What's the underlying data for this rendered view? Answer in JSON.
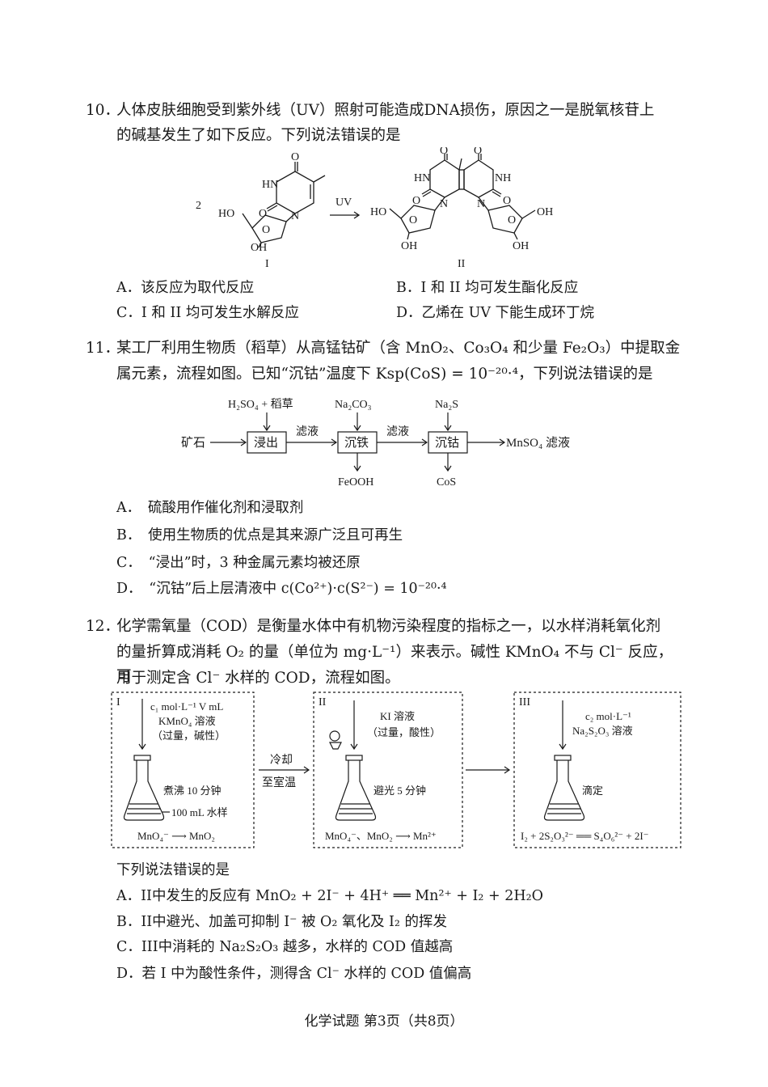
{
  "q10": {
    "num": "10．",
    "line1": "人体皮肤细胞受到紫外线（UV）照射可能造成DNA损伤，原因之一是脱氧核苷上",
    "line2": "的碱基发生了如下反应。下列说法错误的是",
    "scheme": {
      "coef": "2",
      "arrow_label": "UV",
      "label_I": "I",
      "label_II": "II",
      "atoms": {
        "O": "O",
        "HN": "HN",
        "NH": "NH",
        "N": "N",
        "HO": "HO",
        "OH": "OH"
      }
    },
    "options": {
      "A": "A．该反应为取代反应",
      "B": "B．I 和 II 均可发生酯化反应",
      "C": "C．I 和 II 均可发生水解反应",
      "D": "D．乙烯在 UV 下能生成环丁烷"
    }
  },
  "q11": {
    "num": "11．",
    "line1": "某工厂利用生物质（稻草）从高锰钴矿（含 MnO₂、Co₃O₄ 和少量 Fe₂O₃）中提取金",
    "line2": "属元素，流程如图。已知“沉钴”温度下 Ksp(CoS) = 10⁻²⁰·⁴，下列说法错误的是",
    "flow": {
      "start": "矿石",
      "box1": "浸出",
      "box2": "沉铁",
      "box3": "沉钴",
      "in1": "H₂SO₄ + 稻草",
      "in2": "Na₂CO₃",
      "in3": "Na₂S",
      "mid1": "滤液",
      "mid2": "滤液",
      "out1": "FeOOH",
      "out2": "CoS",
      "end": "MnSO₄ 滤液"
    },
    "options": {
      "A": "A．　硫酸用作催化剂和浸取剂",
      "B": "B．　使用生物质的优点是其来源广泛且可再生",
      "C": "C．　“浸出”时，3 种金属元素均被还原",
      "D": "D．　“沉钴”后上层清液中 c(Co²⁺)·c(S²⁻) = 10⁻²⁰·⁴"
    }
  },
  "q12": {
    "num": "12．",
    "line1": "化学需氧量（COD）是衡量水体中有机物污染程度的指标之一，以水样消耗氧化剂",
    "line2": "的量折算成消耗 O₂ 的量（单位为 mg·L⁻¹）来表示。碱性 KMnO₄ 不与 Cl⁻ 反应，可",
    "line3": "用于测定含 Cl⁻ 水样的 COD，流程如图。",
    "diagram": {
      "p1": {
        "tag": "I",
        "r1": "c₁ mol·L⁻¹ V mL",
        "r2": "KMnO₄ 溶液",
        "r3": "（过量，碱性）",
        "boil": "煮沸 10 分钟",
        "sample": "100 mL 水样",
        "rxn": "MnO₄⁻ ⟶ MnO₂"
      },
      "arrow1_top": "冷却",
      "arrow1_bottom": "至室温",
      "p2": {
        "tag": "II",
        "r1": "KI 溶液",
        "r2": "（过量，酸性）",
        "dark": "避光 5 分钟",
        "rxn": "MnO₄⁻、MnO₂ ⟶ Mn²⁺"
      },
      "p3": {
        "tag": "III",
        "r1": "c₂ mol·L⁻¹",
        "r2": "Na₂S₂O₃ 溶液",
        "titrate": "滴定",
        "rxn": "I₂ + 2S₂O₃²⁻ ══ S₄O₆²⁻ + 2I⁻"
      }
    },
    "stem": "下列说法错误的是",
    "options": {
      "A": "A．II中发生的反应有 MnO₂ + 2I⁻ + 4H⁺ ══ Mn²⁺ + I₂ + 2H₂O",
      "B": "B．II中避光、加盖可抑制 I⁻ 被 O₂ 氧化及 I₂ 的挥发",
      "C": "C．III中消耗的 Na₂S₂O₃ 越多，水样的 COD 值越高",
      "D": "D．若 I 中为酸性条件，测得含 Cl⁻ 水样的 COD 值偏高"
    }
  },
  "footer": "化学试题  第3页（共8页）"
}
